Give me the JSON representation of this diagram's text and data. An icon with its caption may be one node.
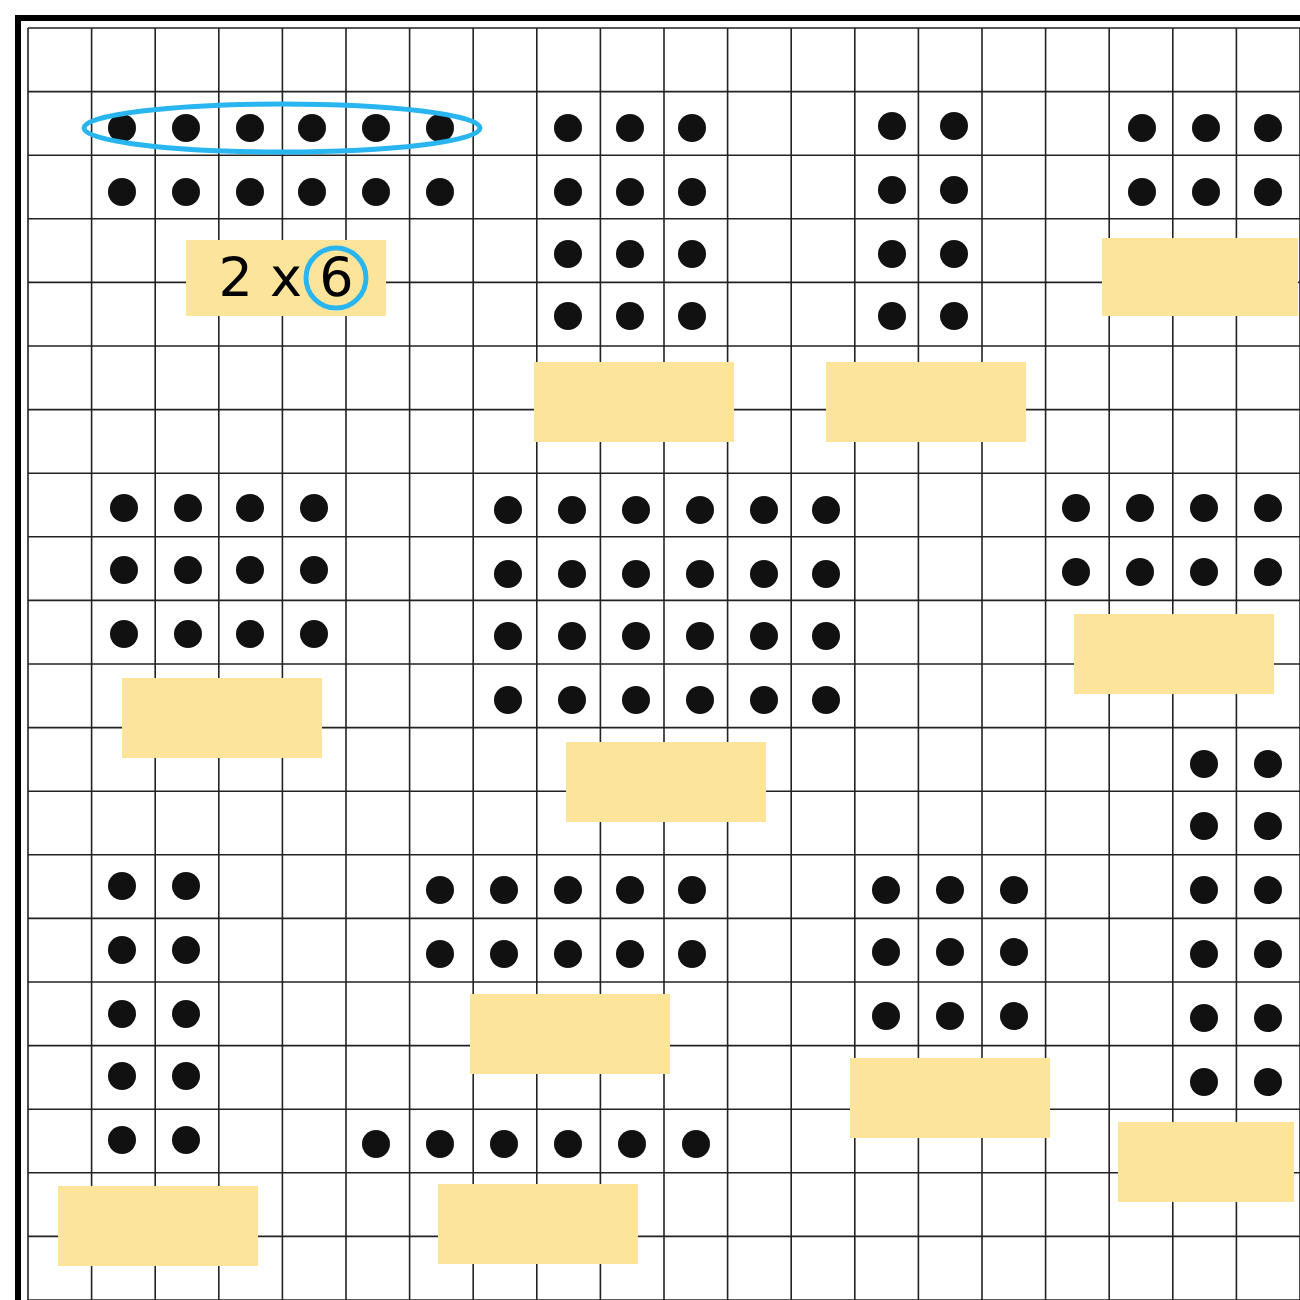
{
  "diagram": {
    "nodes": [
      {
        "text": [
          "2 x 6"
        ]
      },
      {
        "text": [],
        "shape": "box"
      },
      {
        "text": [],
        "shape": "box"
      },
      {
        "text": [],
        "shape": "box"
      },
      {
        "text": [],
        "shape": "box"
      },
      {
        "text": [],
        "shape": "box"
      },
      {
        "text": [],
        "shape": "box"
      },
      {
        "text": [],
        "shape": "box"
      },
      {
        "text": [],
        "shape": "box"
      },
      {
        "text": [],
        "shape": "box"
      },
      {
        "text": [],
        "shape": "box"
      },
      {
        "text": [],
        "shape": "box"
      }
    ]
  }
}
